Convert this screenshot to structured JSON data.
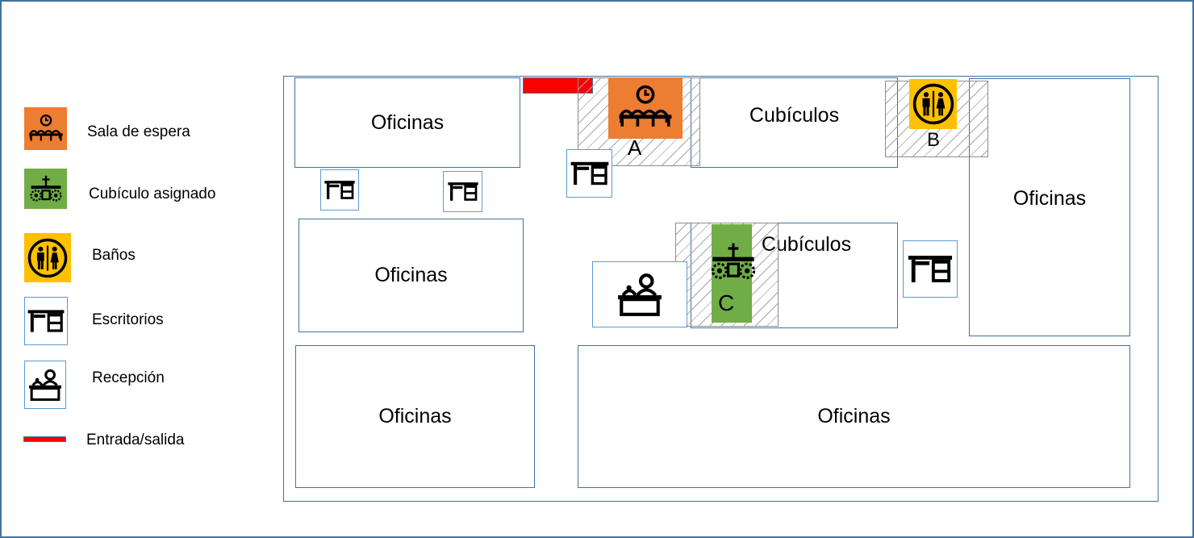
{
  "legend": {
    "items": [
      {
        "icon": "waiting-room-icon",
        "label": "Sala de espera",
        "color": "#ed7d31"
      },
      {
        "icon": "assigned-cubicle-icon",
        "label": "Cubículo asignado",
        "color": "#70ad47"
      },
      {
        "icon": "restroom-icon",
        "label": "Baños",
        "color": "#ffc000"
      },
      {
        "icon": "desk-icon",
        "label": "Escritorios"
      },
      {
        "icon": "reception-icon",
        "label": "Recepción"
      },
      {
        "icon": "entrance-line",
        "label": "Entrada/salida",
        "color": "#ff0000"
      }
    ]
  },
  "floorplan": {
    "rooms": {
      "office_top_left": "Oficinas",
      "office_mid_left": "Oficinas",
      "office_bottom_left": "Oficinas",
      "office_right": "Oficinas",
      "office_bottom_right": "Oficinas",
      "cubicles_top": "Cubículos",
      "cubicles_mid": "Cubículos"
    },
    "markers": {
      "a": "A",
      "b": "B",
      "c": "C"
    }
  },
  "colors": {
    "border": "#41719c",
    "waiting": "#ed7d31",
    "cubicle": "#70ad47",
    "restroom": "#ffc000",
    "entrance": "#ff0000"
  }
}
